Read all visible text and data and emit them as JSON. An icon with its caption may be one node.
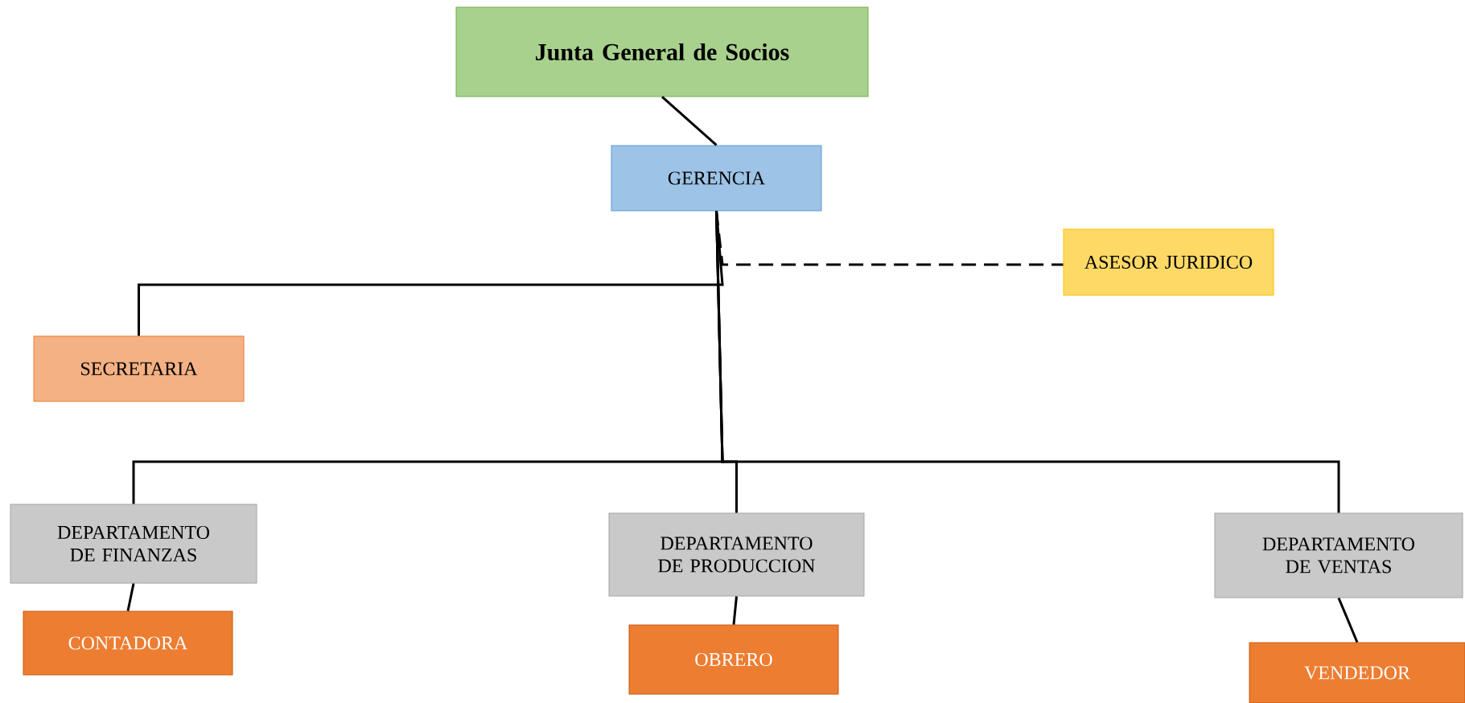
{
  "diagram": {
    "nodes": [
      {
        "text": [
          "Junta General de Socios"
        ]
      },
      {
        "text": [
          "GERENCIA"
        ]
      },
      {
        "text": [
          "ASESOR JURIDICO"
        ]
      },
      {
        "text": [
          "SECRETARIA"
        ]
      },
      {
        "text": [
          "DEPARTAMENTO DE FINANZAS"
        ]
      },
      {
        "text": [
          "DEPARTAMENTO DE PRODUCCION"
        ]
      },
      {
        "text": [
          "DEPARTAMENTO DE VENTAS"
        ]
      },
      {
        "text": [
          "CONTADORA"
        ]
      },
      {
        "text": [
          "OBRERO"
        ]
      },
      {
        "text": [
          "VENDEDOR"
        ]
      }
    ],
    "edges": [
      {
        "from": 0,
        "to": 1,
        "arrow": "none"
      },
      {
        "from": 1,
        "to": 2,
        "arrow": "none",
        "style": "dashed"
      },
      {
        "from": 1,
        "to": 3,
        "arrow": "none"
      },
      {
        "from": 1,
        "to": 4,
        "arrow": "none"
      },
      {
        "from": 1,
        "to": 5,
        "arrow": "none"
      },
      {
        "from": 1,
        "to": 6,
        "arrow": "none"
      },
      {
        "from": 4,
        "to": 7,
        "arrow": "none"
      },
      {
        "from": 5,
        "to": 8,
        "arrow": "none"
      },
      {
        "from": 6,
        "to": 9,
        "arrow": "none"
      }
    ]
  }
}
